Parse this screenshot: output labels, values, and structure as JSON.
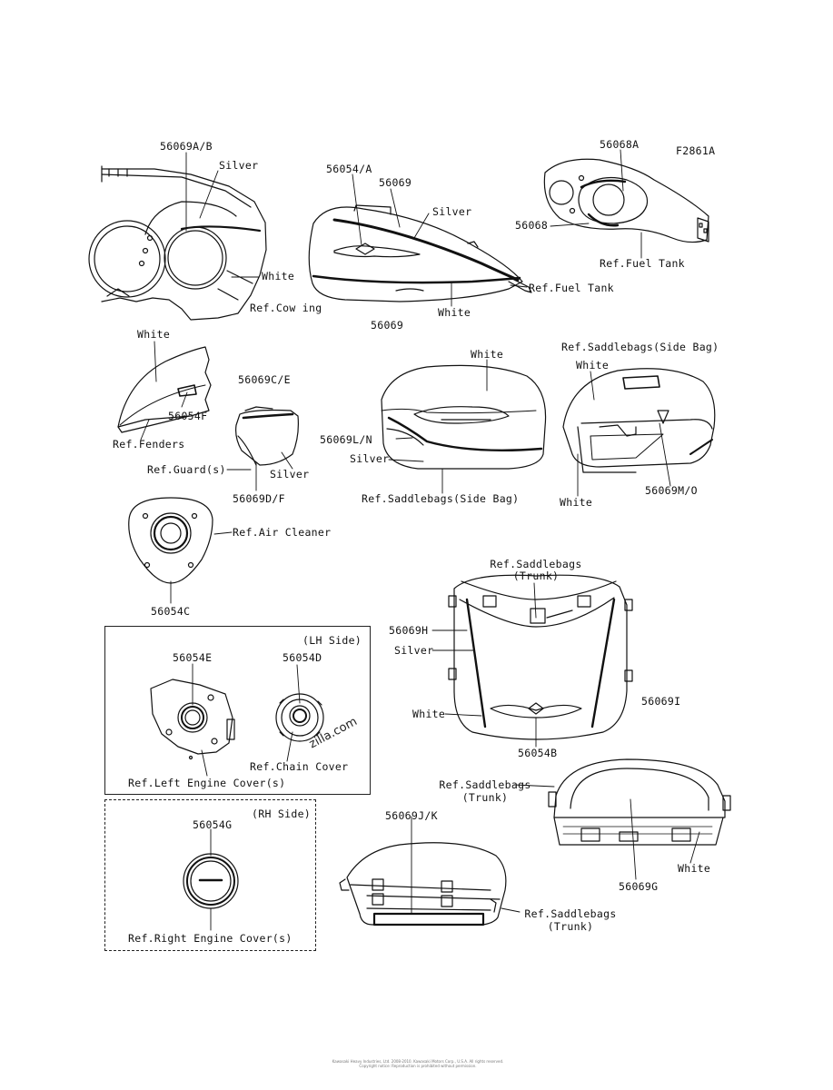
{
  "figure_code": "F2861A",
  "labels": {
    "p_56069ab": "56069A/B",
    "silver_1": "Silver",
    "white_1": "White",
    "ref_cowling": "Ref.Cow ing",
    "p_56054a": "56054/A",
    "p_56069_a": "56069",
    "silver_2": "Silver",
    "ref_fuel_tank_1": "Ref.Fuel Tank",
    "white_2": "White",
    "p_56069_b": "56069",
    "p_56068a": "56068A",
    "p_56068": "56068",
    "ref_fuel_tank_2": "Ref.Fuel Tank",
    "white_3": "White",
    "p_56054f": "56054F",
    "ref_fenders": "Ref.Fenders",
    "p_56069ce": "56069C/E",
    "ref_guards": "Ref.Guard(s)",
    "silver_3": "Silver",
    "p_56069df": "56069D/F",
    "white_4": "White",
    "p_56069ln": "56069L/N",
    "silver_4": "Silver",
    "ref_saddlebags_side_1": "Ref.Saddlebags(Side Bag)",
    "ref_saddlebags_side_2": "Ref.Saddlebags(Side Bag)",
    "white_5": "White",
    "white_6": "White",
    "p_56069mo": "56069M/O",
    "ref_air_cleaner": "Ref.Air Cleaner",
    "p_56054c": "56054C",
    "ref_saddlebags_trunk_1": "Ref.Saddlebags",
    "trunk_1": "(Trunk)",
    "p_56069h": "56069H",
    "silver_5": "Silver",
    "white_7": "White",
    "p_56069i": "56069I",
    "p_56054b": "56054B",
    "lh_side": "(LH Side)",
    "p_56054e": "56054E",
    "p_56054d": "56054D",
    "ref_chain_cover": "Ref.Chain Cover",
    "ref_left_engine_cover": "Ref.Left Engine Cover(s)",
    "rh_side": "(RH Side)",
    "p_56054g": "56054G",
    "ref_right_engine_cover": "Ref.Right Engine Cover(s)",
    "ref_saddlebags_trunk_2": "Ref.Saddlebags",
    "trunk_2": "(Trunk)",
    "white_8": "White",
    "p_56069g": "56069G",
    "p_56069jk": "56069J/K",
    "ref_saddlebags_trunk_3": "Ref.Saddlebags",
    "trunk_3": "(Trunk)"
  },
  "watermark": "zilla.com",
  "footer_line_1": "Kawasaki Heavy Industries, Ltd. 2008-2010. Kawasaki Motors Corp., U.S.A. All rights reserved.",
  "footer_line_2": "Copyright notice: Reproduction is prohibited without permission."
}
